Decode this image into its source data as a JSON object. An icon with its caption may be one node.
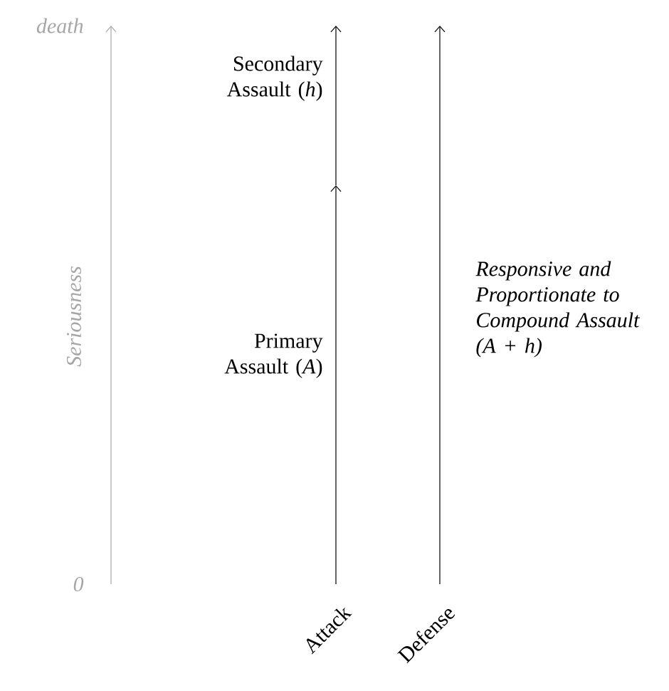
{
  "diagram": {
    "labels": [
      "death",
      "0",
      "Seriousness",
      "Secondary Assault (*h*)",
      "Primary Assault (*A*)",
      "Responsive and Proportionate to Compound Assault (A + h)",
      "Attack",
      "Defense"
    ]
  }
}
